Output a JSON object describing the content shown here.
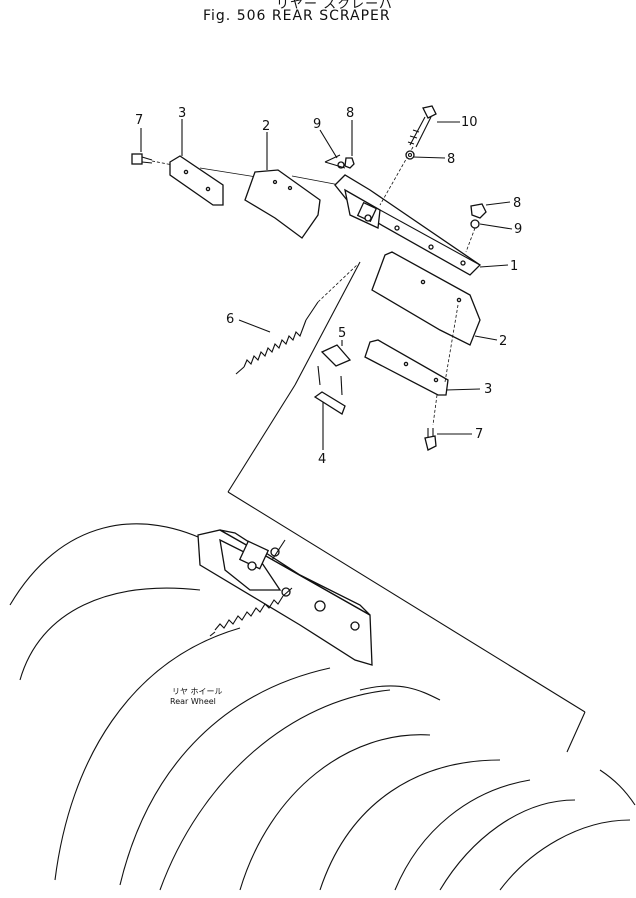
{
  "figure": {
    "title_jp": "リヤー スクレーパ",
    "title": "Fig. 506  REAR  SCRAPER"
  },
  "callouts": [
    "7",
    "3",
    "2",
    "9",
    "8",
    "10",
    "8",
    "8",
    "9",
    "1",
    "6",
    "5",
    "2",
    "3",
    "4",
    "7"
  ],
  "wheel_label": {
    "jp": "リヤ ホイール",
    "en": "Rear Wheel"
  }
}
